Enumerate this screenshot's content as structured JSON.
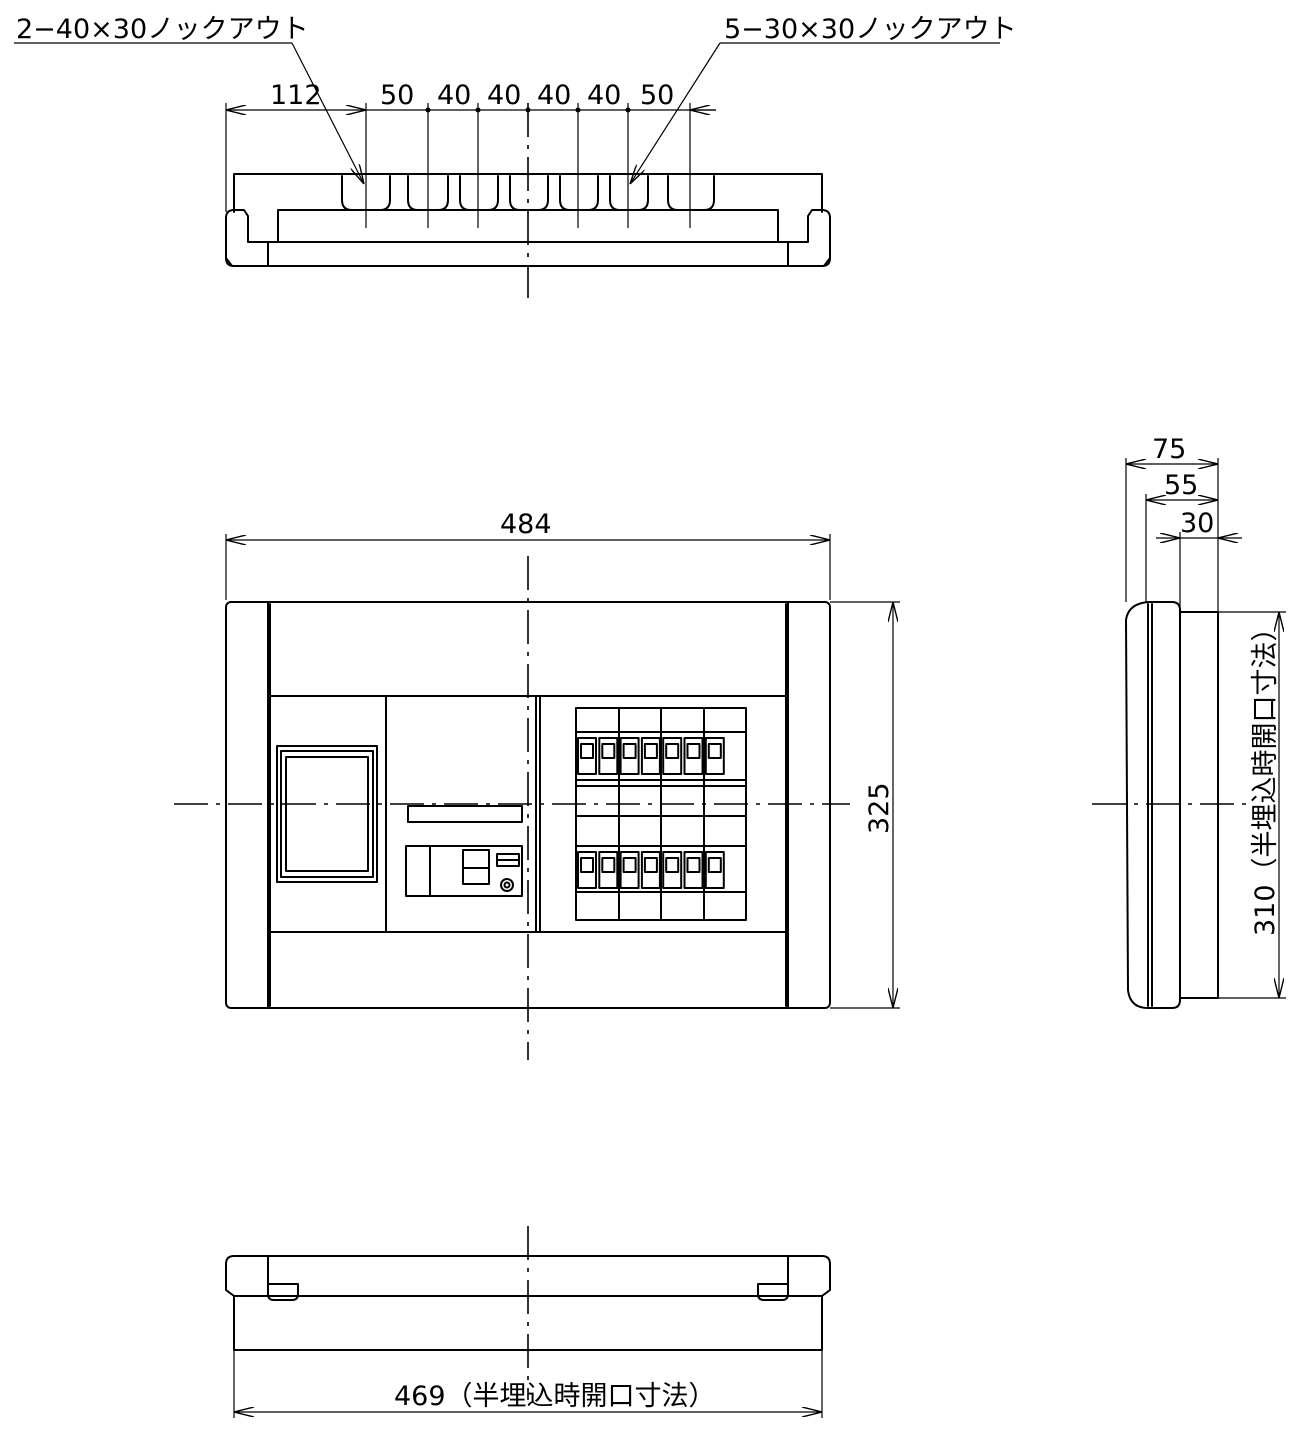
{
  "top_view": {
    "knockout_left_label": "2−40×30ノックアウト",
    "knockout_right_label": "5−30×30ノックアウト",
    "pitch_112": "112",
    "pitch_50a": "50",
    "pitch_40a": "40",
    "pitch_40b": "40",
    "pitch_40c": "40",
    "pitch_40d": "40",
    "pitch_50b": "50"
  },
  "front_view": {
    "width_label": "484",
    "height_label": "325"
  },
  "side_view": {
    "depth_75": "75",
    "depth_55": "55",
    "depth_30": "30",
    "opening_height_label": "310（半埋込時開口寸法）"
  },
  "bottom_view": {
    "opening_width_label": "469（半埋込時開口寸法）"
  }
}
